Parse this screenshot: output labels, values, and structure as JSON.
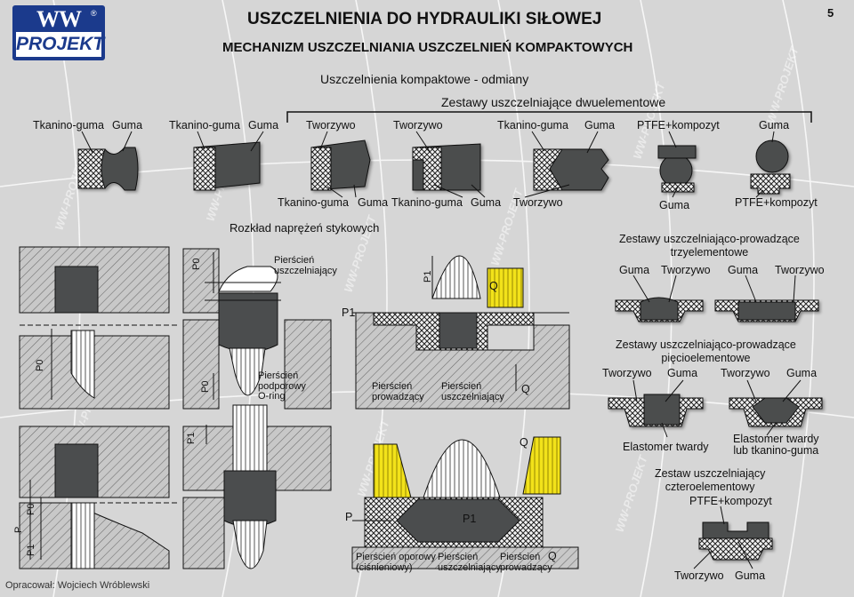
{
  "page_number": "5",
  "logo": {
    "top": "WW",
    "bottom": "PROJEKT",
    "reg": "®"
  },
  "title": "USZCZELNIENIA DO HYDRAULIKI SIŁOWEJ",
  "subtitle": "MECHANIZM USZCZELNIANIA USZCZELNIEŃ KOMPAKTOWYCH",
  "section_title": "Uszczelnienia kompaktowe - odmiany",
  "dual_sets_heading": "Zestawy uszczelniające dwuelementowe",
  "top_labels": [
    "Tkanino-guma",
    "Guma",
    "Tkanino-guma",
    "Guma",
    "Tworzywo",
    "Tworzywo",
    "Tkanino-guma",
    "Guma",
    "PTFE+kompozyt",
    "Guma"
  ],
  "lower_labels": [
    "Tkanino-guma",
    "Guma",
    "Tkanino-guma",
    "Guma",
    "Tworzywo",
    "Guma",
    "PTFE+kompozyt"
  ],
  "stress_title": "Rozkład naprężeń stykowych",
  "annotations": {
    "sealing_ring": "Pierścień\nuszczelniający",
    "support_ring": "Pierścień\npodporowy\nO-ring",
    "guide_ring": "Pierścień\nprowadzący",
    "sealing_ring_2": "Pierścień\nuszczelniający",
    "backup_ring": "Pierścień oporowy\n(ciśnieniowy)",
    "sealing_ring_3": "Pierścień\nuszczelniający",
    "guide_ring_2": "Pierścień\nprowadzący"
  },
  "symbols": {
    "p0": "P0",
    "p1": "P1",
    "p": "P",
    "q": "Q"
  },
  "triple": {
    "title": "Zestawy uszczelniająco-prowadzące\ntrzyelementowe",
    "labels": [
      "Guma",
      "Tworzywo",
      "Guma",
      "Tworzywo"
    ]
  },
  "five": {
    "title": "Zestawy uszczelniająco-prowadzące\npięcioelementowe",
    "labels": [
      "Tworzywo",
      "Guma",
      "Tworzywo",
      "Guma"
    ],
    "bottom_left": "Elastomer twardy",
    "bottom_right": "Elastomer twardy\nlub tkanino-guma"
  },
  "quad": {
    "title": "Zestaw uszczelniający\nczteroelementowy",
    "top_label": "PTFE+kompozyt",
    "bottom_labels": [
      "Tworzywo",
      "Guma"
    ]
  },
  "footer_credit": "Opracował: Wojciech Wróblewski",
  "watermark": "WW-PROJEKT",
  "colors": {
    "seal_dark": "#4b4d4e",
    "yellow": "#f2e21a",
    "logo_blue": "#1b3a8c",
    "hatch": "#b8b8b8"
  }
}
